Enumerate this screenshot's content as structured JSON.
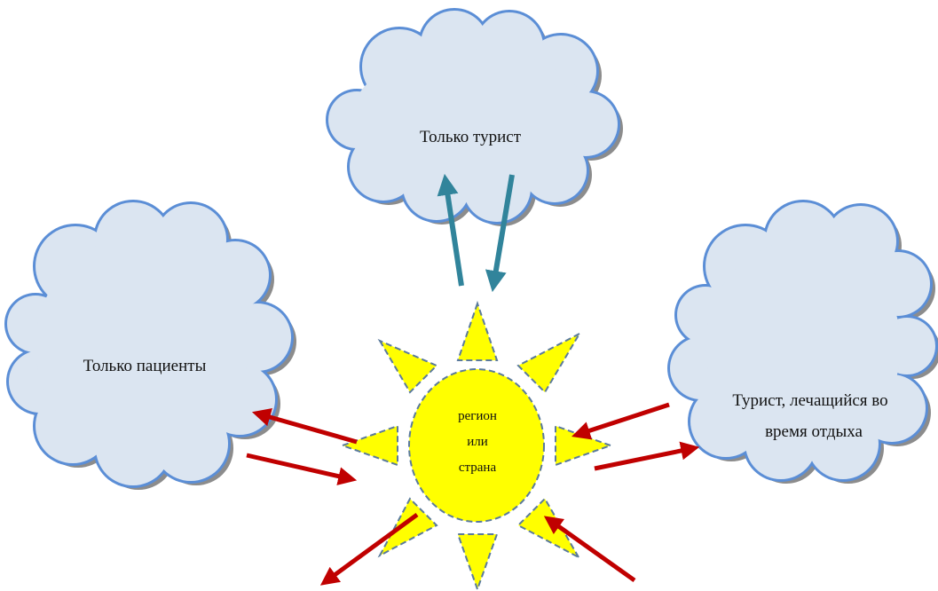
{
  "diagram": {
    "center_label": {
      "line1": "регион",
      "line2": "или",
      "line3": "страна"
    },
    "clouds": {
      "top": "Только турист",
      "left": "Только пациенты",
      "right_line1": "Турист, лечащийся во",
      "right_line2": "время отдыха"
    },
    "colors": {
      "cloud_fill": "#dbe5f1",
      "cloud_stroke": "#5b8ed6",
      "cloud_shadow": "#7f7f7f",
      "sun_fill": "#ffff00",
      "sun_outline": "#5a7a9c",
      "arrow_red": "#c00000",
      "arrow_teal": "#31849b"
    }
  }
}
